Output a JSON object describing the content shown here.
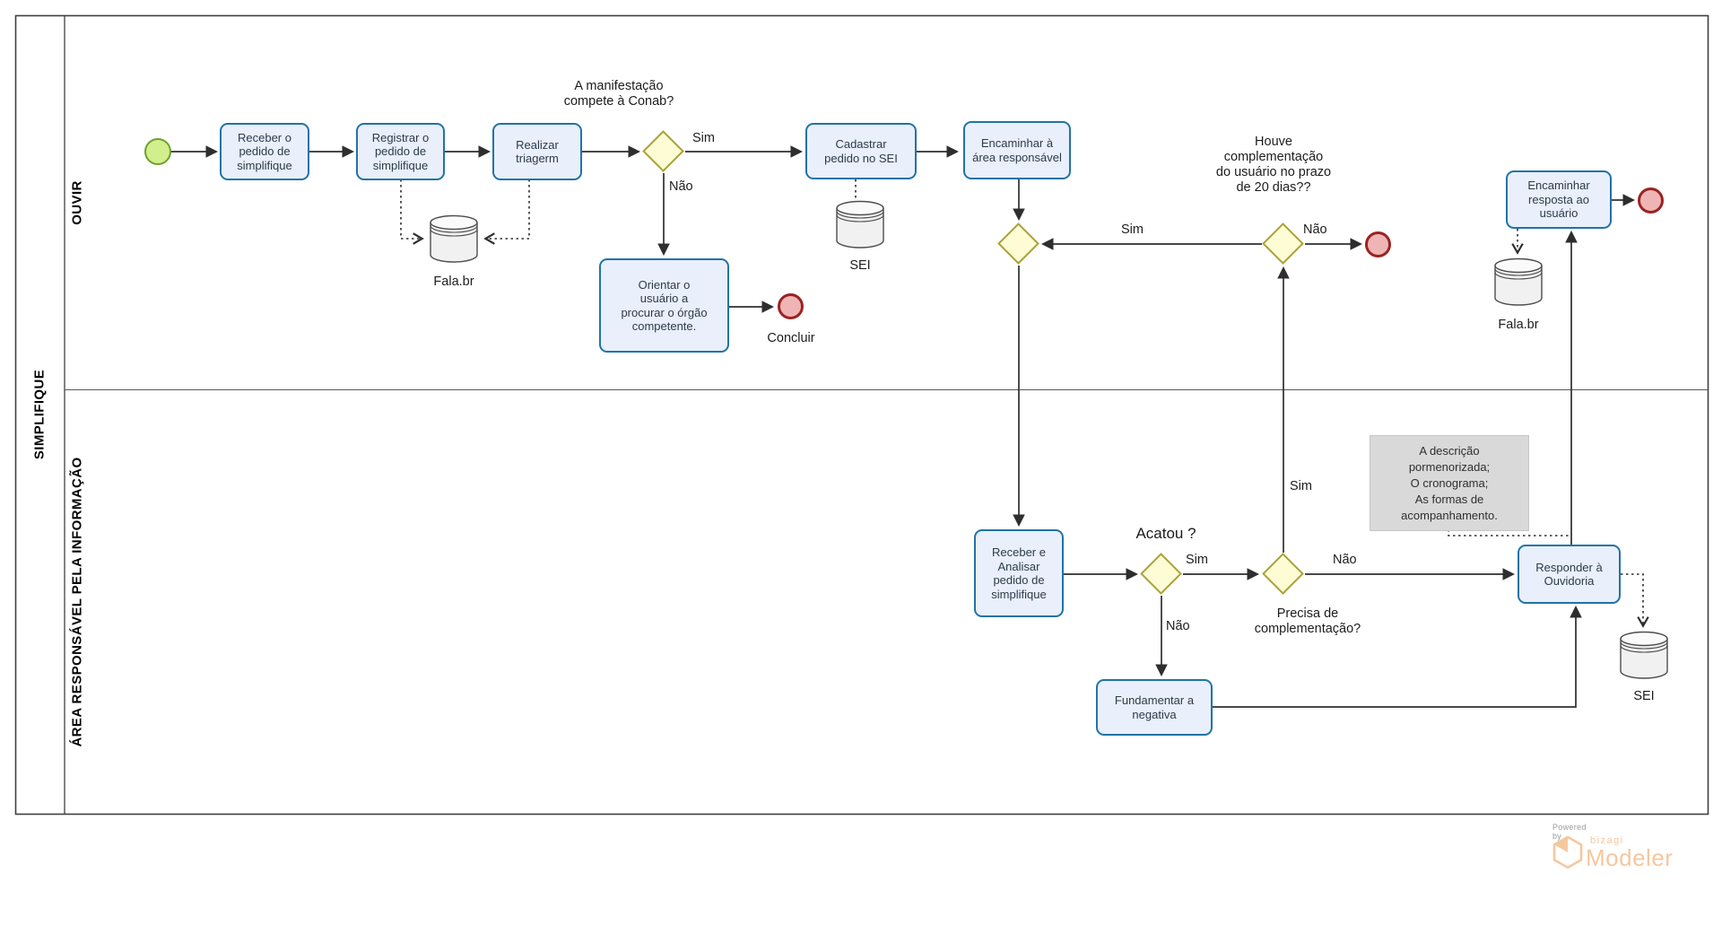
{
  "pool": {
    "title": "SIMPLIFIQUE"
  },
  "lanes": [
    {
      "label": "OUVIR"
    },
    {
      "label": "ÁREA RESPONSÁVEL PELA INFORMAÇÃO"
    }
  ],
  "tasks": {
    "receber": "Receber o pedido de simplifique",
    "registrar": "Registrar o pedido de simplifique",
    "realizar": "Realizar triagerm",
    "cadastrar": "Cadastrar pedido no SEI",
    "encaminhar_area": "Encaminhar à área responsável",
    "orientar": "Orientar o usuário a procurar o órgão competente.",
    "encaminhar_resposta": "Encaminhar resposta ao usuário",
    "receber_analisar": "Receber e Analisar pedido de simplifique",
    "fundamentar": "Fundamentar a negativa",
    "responder": "Responder à Ouvidoria"
  },
  "gateway_labels": {
    "manifestacao": "A manifestação compete à Conab?",
    "houve": "Houve complementação do usuário no prazo de 20 dias??",
    "acatou": "Acatou ?",
    "precisa": "Precisa de complementação?"
  },
  "flow_labels": {
    "yes": "Sim",
    "no": "Não"
  },
  "events": {
    "concluir": "Concluir"
  },
  "datastores": {
    "fala_br": "Fala.br",
    "sei": "SEI"
  },
  "annotation_lines": [
    "A descrição",
    "pormenorizada;",
    "O cronograma;",
    "As formas de",
    "acompanhamento."
  ],
  "branding": {
    "powered_by": "Powered by",
    "product": "bizagi",
    "app": "Modeler"
  },
  "colors": {
    "task_fill": "#e9effb",
    "task_border": "#2173a6",
    "task_text": "#2b3b49",
    "gateway_fill": "#fdfcd5",
    "gateway_border": "#aaa23a",
    "start_fill": "#d2ee8d",
    "start_border": "#6ea12b",
    "end_fill": "#efb5b5",
    "end_border": "#9b2323",
    "annotation_fill": "#d9d9d9",
    "flow_color": "#2e2e2e",
    "brand_orange": "#f5c79f"
  }
}
